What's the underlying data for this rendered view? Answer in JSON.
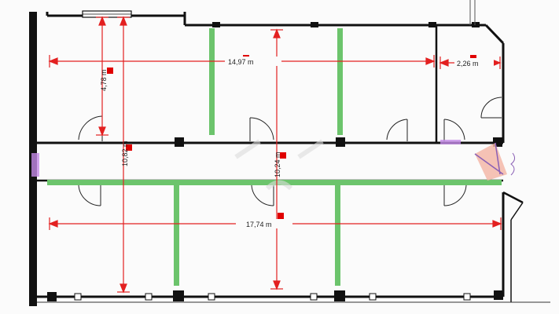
{
  "colors": {
    "background": "#fbfbfb",
    "wall": "#111111",
    "dimension": "#e32020",
    "partition": "#6cc46c",
    "marker": "#e00000",
    "highlight_purple": "#c58be8",
    "highlight_pink": "#f3b7a8",
    "annotation": "#8a5fb5"
  },
  "dimensions": {
    "top_height": "4,78 m",
    "top_width": "14,97 m",
    "small_room_width": "2,26 m",
    "left_height": "10,82 m",
    "center_height": "10,24 m",
    "bottom_width": "17,74 m"
  },
  "icons": {
    "marker": "red-square-marker",
    "door": "door-swing-icon",
    "column": "structural-column"
  }
}
